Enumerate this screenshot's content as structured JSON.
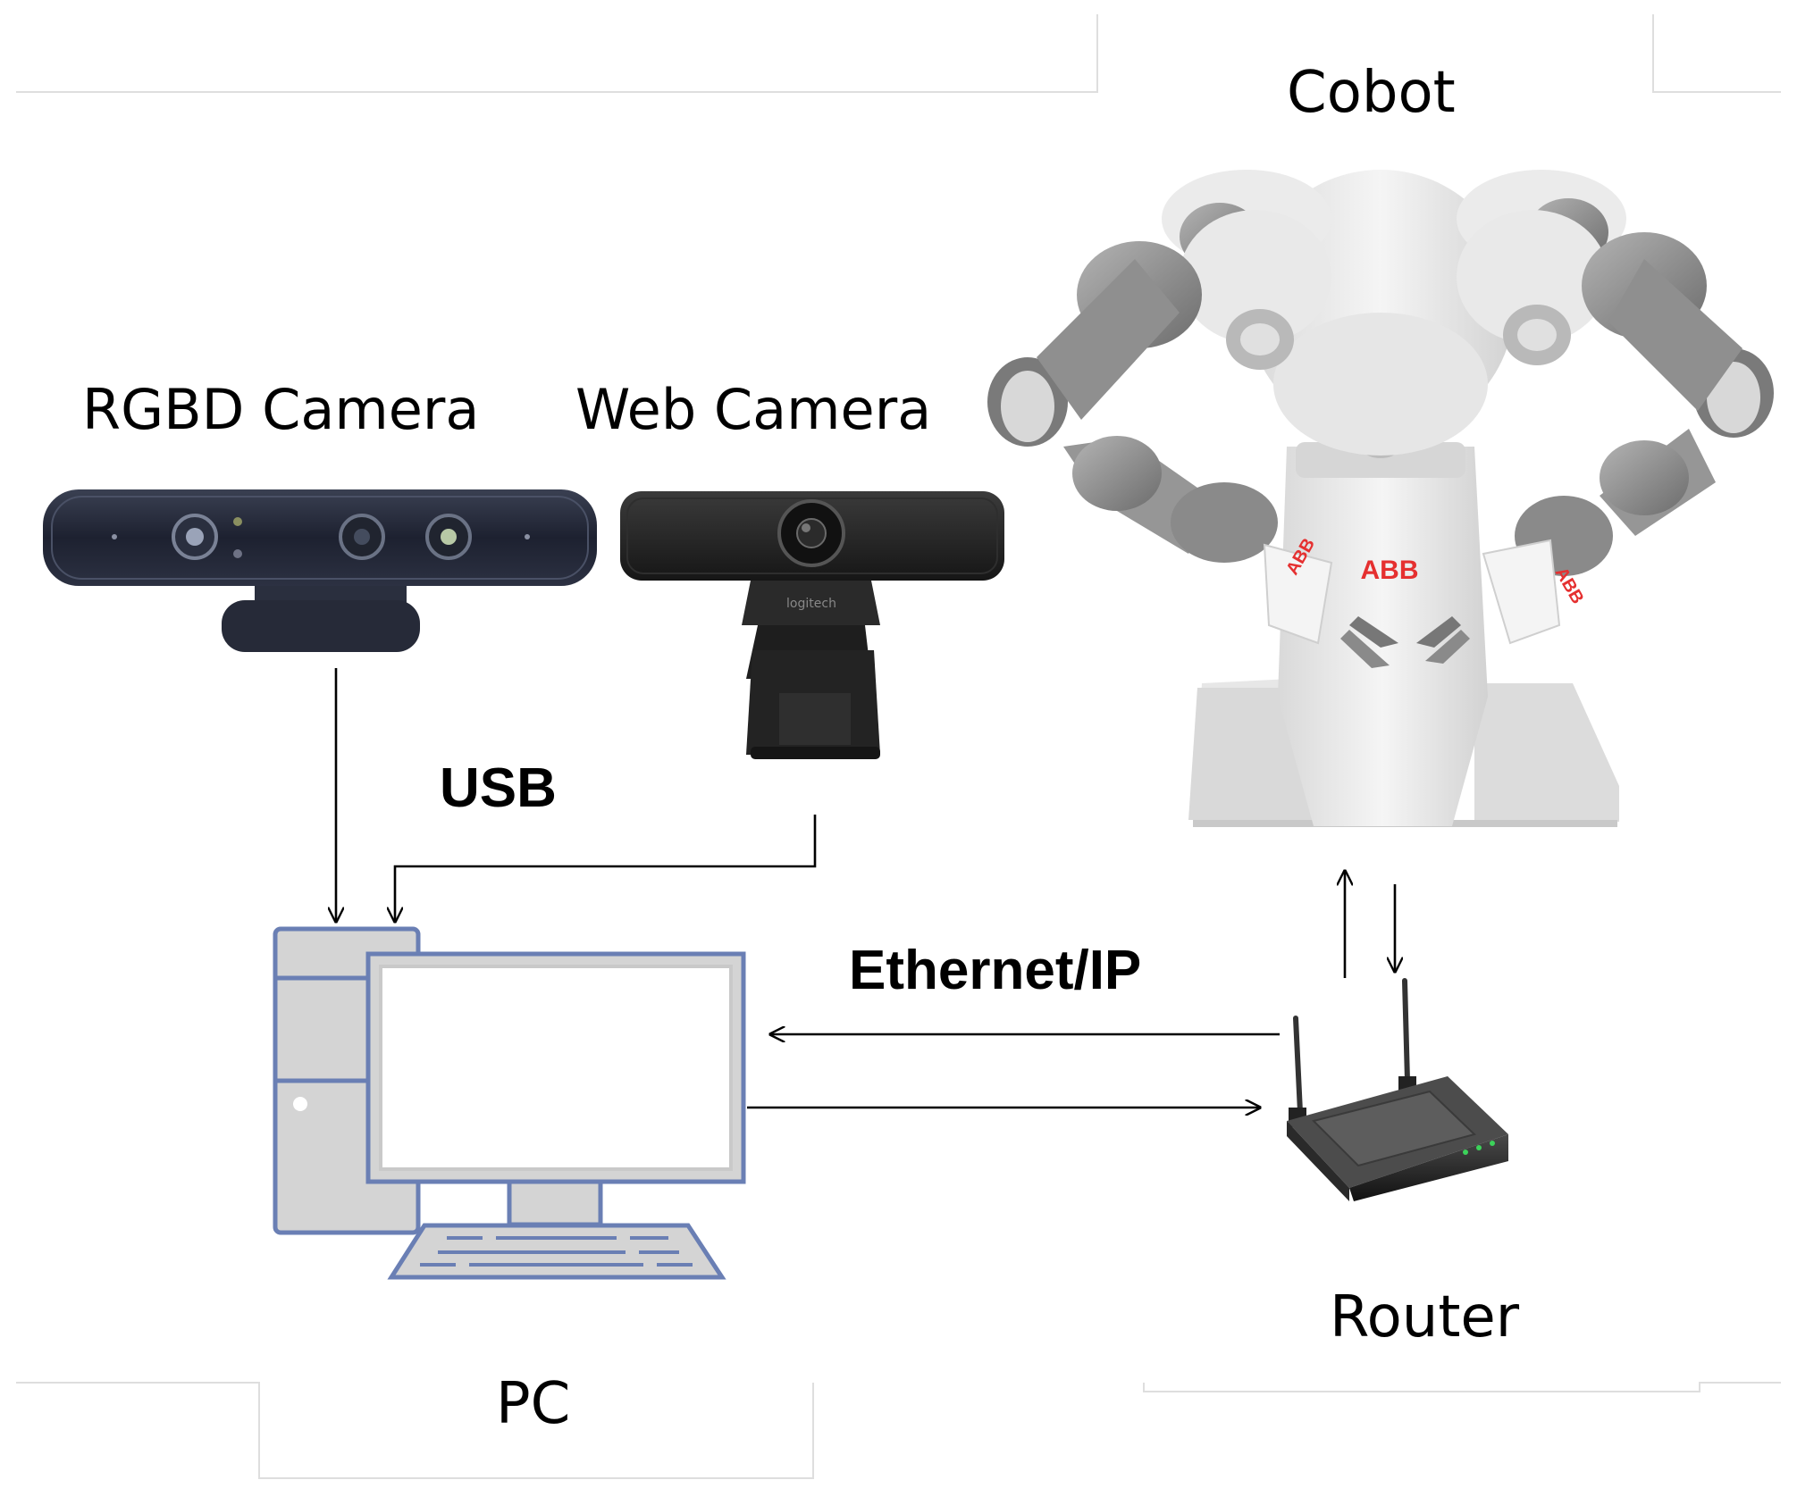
{
  "labels": {
    "cobot": "Cobot",
    "rgbd_camera": "RGBD Camera",
    "web_camera": "Web Camera",
    "usb": "USB",
    "ethernet": "Ethernet/IP",
    "router": "Router",
    "pc": "PC"
  },
  "branding": {
    "webcam_brand": "logitech",
    "robot_brand": "ABB"
  },
  "colors": {
    "line": "#000000",
    "frame": "#dddddd",
    "pc_outline": "#6a7fb4",
    "pc_fill": "#d4d4d4",
    "screen_fill": "#ffffff",
    "camera_body": "#1f2434",
    "webcam_body": "#1c1c1c",
    "robot_grey": "#8a8a8a",
    "robot_white": "#ececec",
    "robot_red": "#e53030",
    "router_body": "#2b2b2b",
    "router_led": "#3cd25a"
  }
}
